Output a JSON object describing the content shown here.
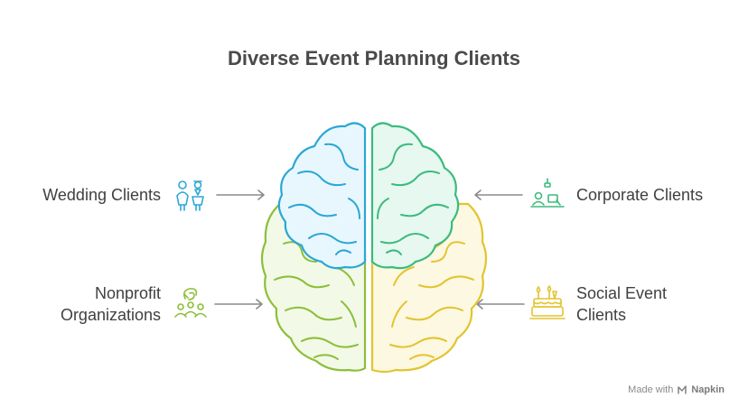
{
  "title": "Diverse Event Planning Clients",
  "segments": [
    {
      "label_lines": [
        "Wedding Clients"
      ],
      "icon": "wedding-couple-icon",
      "color": "#2aa7d6"
    },
    {
      "label_lines": [
        "Corporate Clients"
      ],
      "icon": "corporate-meeting-icon",
      "color": "#3cba7e"
    },
    {
      "label_lines": [
        "Nonprofit",
        "Organizations"
      ],
      "icon": "community-group-icon",
      "color": "#8cbf3a"
    },
    {
      "label_lines": [
        "Social Event",
        "Clients"
      ],
      "icon": "celebration-cake-icon",
      "color": "#e2c430"
    }
  ],
  "credit": {
    "prefix": "Made with",
    "brand": "Napkin"
  }
}
